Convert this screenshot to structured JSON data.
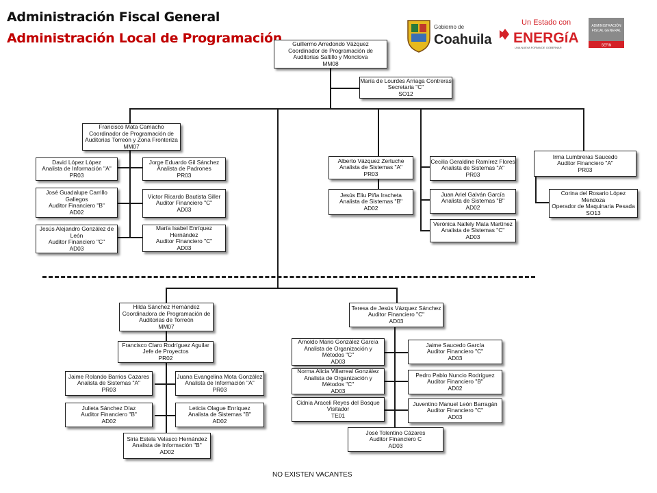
{
  "header": {
    "title": "Administración Fiscal General",
    "subtitle": "Administración Local de Programación"
  },
  "logos": {
    "coahuila_small": "Gobierno de",
    "coahuila_big": "Coahuila",
    "energia_top": "Un Estado con",
    "energia_big": "ENERGíA",
    "energia_tag": "UNA NUEVA FORMA DE GOBERNAR",
    "afg_line1": "ADMINISTRACIÓN",
    "afg_line2": "FISCAL GENERAL",
    "afg_line3": "SEFIN"
  },
  "colors": {
    "title_primary": "#111111",
    "title_accent": "#c00000",
    "box_border": "#222222",
    "energia_red": "#d42127",
    "coahuila_green": "#2a7a3b"
  },
  "nodes": {
    "head": {
      "name": "Guillermo Arredondo Vázquez",
      "lines": [
        "Coordinador de Programación de",
        "Auditorias Saltillo y Monclova",
        "MM08"
      ]
    },
    "secretary": {
      "name": "María de Lourdes Arriaga Contreras",
      "lines": [
        "Secretaria \"C\"",
        "SO12"
      ]
    },
    "coord_torreon": {
      "name": "Francisco Mata Camacho",
      "lines": [
        "Coordinador de Programación de",
        "Auditorias Torreón y Zona Fronteriza",
        "MM07"
      ]
    },
    "david": {
      "name": "David López López",
      "lines": [
        "Analista de Información \"A\"",
        "PR03"
      ]
    },
    "jose_guadalupe": {
      "name": "José Guadalupe Carrillo",
      "lines": [
        "Gallegos",
        "Auditor Financiero \"B\"",
        "AD02"
      ]
    },
    "jesus_alejandro": {
      "name": "Jesús Alejandro González de",
      "lines": [
        "León",
        "Auditor Financiero \"C\"",
        "AD03"
      ]
    },
    "jorge": {
      "name": "Jorge Eduardo Gil Sánchez",
      "lines": [
        "Analista de Padrones",
        "PR03"
      ]
    },
    "victor": {
      "name": "Víctor Ricardo Bautista Siller",
      "lines": [
        "Auditor Financiero \"C\"",
        "AD03"
      ]
    },
    "maria_isabel": {
      "name": "María Isabel Enríquez",
      "lines": [
        "Hernández",
        "Auditor Financiero \"C\"",
        "AD03"
      ]
    },
    "alberto": {
      "name": "Alberto Vázquez Zertuche",
      "lines": [
        "Analista de Sistemas \"A\"",
        "PR03"
      ]
    },
    "jesus_eliu": {
      "name": "Jesús Eliu Piña Iracheta",
      "lines": [
        "Analista de Sistemas \"B\"",
        "AD02"
      ]
    },
    "cecilia": {
      "name": "Cecilia Geraldine Ramírez Flores",
      "lines": [
        "Analista de Sistemas \"A\"",
        "PR03"
      ]
    },
    "juan_ariel": {
      "name": "Juan Ariel Galván García",
      "lines": [
        "Analista de Sistemas \"B\"",
        "AD02"
      ]
    },
    "veronica": {
      "name": "Verónica Nallely Mata Martínez",
      "lines": [
        "Analista de Sistemas \"C\"",
        "AD03"
      ]
    },
    "irma": {
      "name": "Irma Lumbreras Saucedo",
      "lines": [
        "Auditor Financiero \"A\"",
        "PR03"
      ]
    },
    "corina": {
      "name": "Corina del Rosario López",
      "lines": [
        "Mendoza",
        "Operador de Maquinaria Pesada",
        "SO13"
      ]
    },
    "hilda": {
      "name": "Hilda Sánchez Hernández",
      "lines": [
        "Coordinadora de Programación de",
        "Auditorias de Torreón",
        "MM07"
      ]
    },
    "francisco_claro": {
      "name": "Francisco Claro Rodríguez Aguilar",
      "lines": [
        "Jefe de Proyectos",
        "PR02"
      ]
    },
    "jaime_rolando": {
      "name": "Jaime Rolando Barrios Cazares",
      "lines": [
        "Analista de Sistemas \"A\"",
        "PR03"
      ]
    },
    "juana": {
      "name": "Juana Evangelina Mota González",
      "lines": [
        "Analista de Información \"A\"",
        "PR03"
      ]
    },
    "julieta": {
      "name": "Julieta Sánchez Díaz",
      "lines": [
        "Auditor Financiero \"B\"",
        "AD02"
      ]
    },
    "leticia": {
      "name": "Leticia Olague Enríquez",
      "lines": [
        "Analista de Sistemas \"B\"",
        "AD02"
      ]
    },
    "siria": {
      "name": "Siria Estela Velasco Hernández",
      "lines": [
        "Analista de Información \"B\"",
        "AD02"
      ]
    },
    "teresa": {
      "name": "Teresa de Jesús Vázquez Sánchez",
      "lines": [
        "Auditor Financiero \"C\"",
        "AD03"
      ]
    },
    "arnoldo": {
      "name": "Arnoldo Mario González García",
      "lines": [
        "Analista de Organización y",
        "Métodos \"C\"",
        "AD03"
      ]
    },
    "norma": {
      "name": "Norma Alicia Villarreal González",
      "lines": [
        "Analista de Organización y",
        "Métodos \"C\"",
        "AD03"
      ]
    },
    "cidnia": {
      "name": "Cidnia Araceli Reyes del Bosque",
      "lines": [
        "Visitador",
        "TE01"
      ]
    },
    "jaime_saucedo": {
      "name": "Jaime Saucedo García",
      "lines": [
        "Auditor Financiero \"C\"",
        "AD03"
      ]
    },
    "pedro": {
      "name": "Pedro Pablo Nuncio Rodríguez",
      "lines": [
        "Auditor Financiero \"B\"",
        "AD02"
      ]
    },
    "juventino": {
      "name": "Juventino Manuel León Barragán",
      "lines": [
        "Auditor Financiero \"C\"",
        "AD03"
      ]
    },
    "jose_tolentino": {
      "name": "José Tolentino Cázares",
      "lines": [
        "Auditor Financiero C",
        "AD03"
      ]
    }
  },
  "footer": {
    "note": "NO EXISTEN VACANTES"
  }
}
